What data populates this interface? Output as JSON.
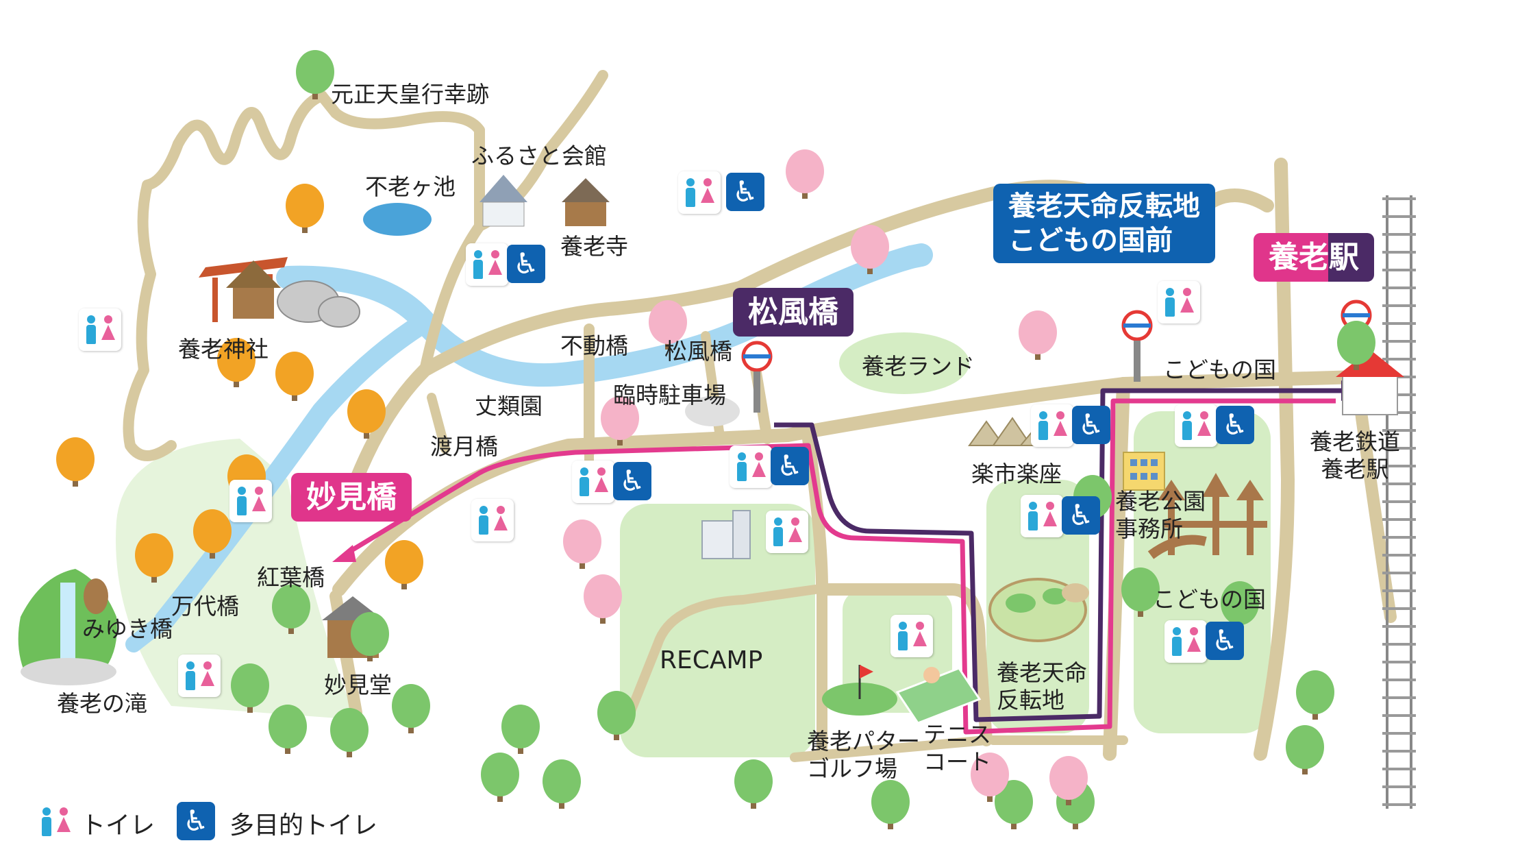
{
  "labels": {
    "gensho": "元正天皇行幸跡",
    "furusato": "ふるさと会館",
    "furogaike": "不老ヶ池",
    "yoroji": "養老寺",
    "yoro_jinja": "養老神社",
    "fudobashi": "不動橋",
    "shofubashi_small": "松風橋",
    "yoro_land": "養老ランド",
    "kodomonokuni_top": "こどもの国",
    "jorui_en": "丈類園",
    "rinji_parking": "臨時駐車場",
    "watsukibashi": "渡月橋",
    "rakuichi": "楽市楽座",
    "yoro_station_label": "養老鉄道\n養老駅",
    "park_office": "養老公園\n事務所",
    "kouyoubashi": "紅葉橋",
    "mandaibashi": "万代橋",
    "miyukibashi": "みゆき橋",
    "recamp": "RECAMP",
    "kodomonokuni_mid": "こどもの国",
    "tenmei": "養老天命\n反転地",
    "myokendo": "妙見堂",
    "yoro_falls": "養老の滝",
    "putter_golf": "養老パター\nゴルフ場",
    "tennis": "テニス\nコート"
  },
  "signs": {
    "shofubashi": "松風橋",
    "tenmei_bus": "養老天命反転地\nこどもの国前",
    "yoro_station": "養老駅",
    "myokenbashi": "妙見橋"
  },
  "legend": {
    "toilet": "トイレ",
    "accessible_toilet": "多目的トイレ"
  },
  "colors": {
    "road": "#d7c9a0",
    "river": "#a6d8f2",
    "park": "#d5edc4",
    "route_pink": "#e33a8e",
    "route_purple": "#4b2a66",
    "sign_blue": "#0f62b0",
    "accent_pink": "#e0358b"
  }
}
